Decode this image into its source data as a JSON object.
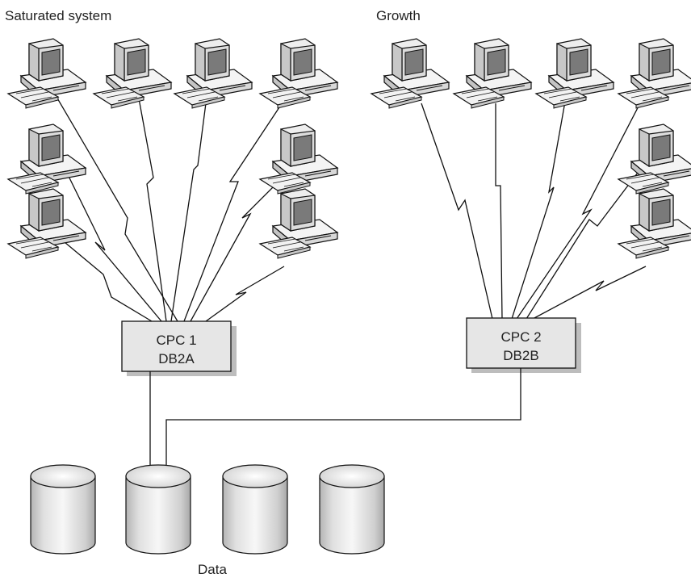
{
  "title_left": "Saturated system",
  "title_right": "Growth",
  "cpc1": {
    "line1": "CPC 1",
    "line2": "DB2A"
  },
  "cpc2": {
    "line1": "CPC 2",
    "line2": "DB2B"
  },
  "data_label": "Data",
  "colors": {
    "ink": "#111111",
    "box_fill": "#e6e6e6",
    "box_shadow": "#bdbdbd",
    "screen": "#7a7a7a",
    "computer_body": "#f2f2f2",
    "disk_light": "#f0f0f0",
    "disk_dark": "#b8b8b8"
  },
  "icons": [
    "workstation-icon",
    "disk-icon"
  ]
}
